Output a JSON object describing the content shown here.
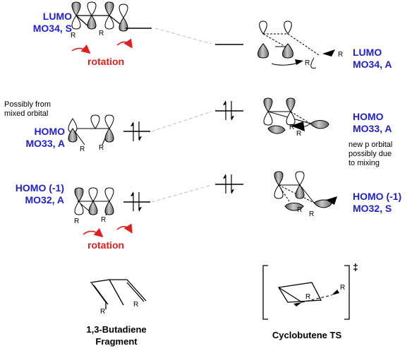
{
  "levels": {
    "lumo_left": {
      "line1": "LUMO",
      "line2": "MO34, S"
    },
    "homo_left": {
      "line1": "HOMO",
      "line2": "MO33, A"
    },
    "homo1_left": {
      "line1": "HOMO (-1)",
      "line2": "MO32, A"
    },
    "lumo_right": {
      "line1": "LUMO",
      "line2": "MO34, A"
    },
    "homo_right": {
      "line1": "HOMO",
      "line2": "MO33, A"
    },
    "homo1_right": {
      "line1": "HOMO (-1)",
      "line2": "MO32, S"
    }
  },
  "annotations": {
    "rotation_top": "rotation",
    "rotation_bottom": "rotation",
    "possibly_mixed_line1": "Possibly from",
    "possibly_mixed_line2": "mixed orbital",
    "new_p_line1": "new p orbital",
    "new_p_line2": "possibly due",
    "new_p_line3": "to mixing",
    "substituent": "R",
    "ts_symbol": "‡"
  },
  "captions": {
    "butadiene_line1": "1,3-Butadiene",
    "butadiene_line2": "Fragment",
    "cyclobutene_ts": "Cyclobutene TS"
  },
  "colors": {
    "level_label": "#1f1fd2",
    "rotation": "#e02020",
    "orbital_fill": "#8c8c8c",
    "dashed_connector": "#bdbdbd"
  }
}
